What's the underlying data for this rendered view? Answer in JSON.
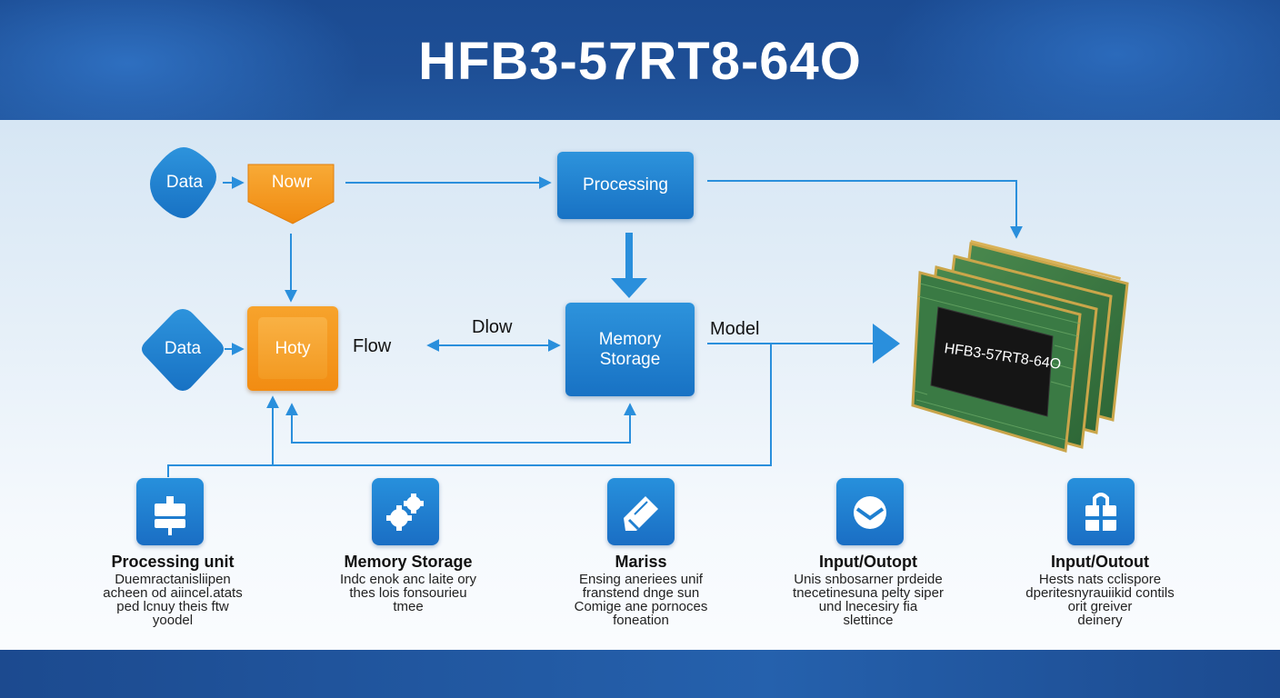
{
  "title": "HFB3-57RT8-64O",
  "nodes": {
    "data_top": "Data",
    "nowr": "Nowr",
    "processing": "Processing",
    "data_mid": "Data",
    "hoty": "Hoty",
    "memory_line1": "Memory",
    "memory_line2": "Storage"
  },
  "labels": {
    "flow": "Flow",
    "dlow": "Dlow",
    "model": "Model"
  },
  "chip_label": "HFB3-57RT8-64O",
  "features": [
    {
      "icon": "processing-unit-icon",
      "title": "Processing unit",
      "lines": [
        "Duemractanisliipen",
        "acheen  od aiincel.atats",
        "ped lcnuy theis ftw",
        "yoodel"
      ]
    },
    {
      "icon": "gears-icon",
      "title": "Memory Storage",
      "lines": [
        "Indc enok anc laite ory",
        "thes lois fonsourieu",
        "tmee"
      ]
    },
    {
      "icon": "eraser-icon",
      "title": "Mariss",
      "lines": [
        "Ensing aneriees unif",
        "franstend dnge  sun",
        "Comige ane pornoces",
        "foneation"
      ]
    },
    {
      "icon": "gauge-icon",
      "title": "Input/Outopt",
      "lines": [
        "Unis snbosarner prdeide",
        "tnecetinesuna pelty siper",
        "und lnecesiry fia",
        "slettince"
      ]
    },
    {
      "icon": "grid-box-icon",
      "title": "Input/Outout",
      "lines": [
        "Hests nats cclispore",
        "dperitesnyrauiikid contils",
        "orit greiver",
        "deinery"
      ]
    }
  ],
  "colors": {
    "header": "#1e4f96",
    "node_blue": "#1f80d0",
    "node_orange": "#f39a1e",
    "arrow": "#2a8fdc",
    "pcb_green": "#3d7a43"
  }
}
